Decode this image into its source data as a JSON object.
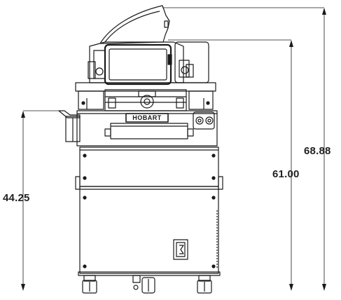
{
  "brand": {
    "logo_text": "HOBART"
  },
  "dimensions": {
    "table_height": "44.25",
    "machine_height": "61.00",
    "max_height_lid_open": "68.88"
  },
  "colors": {
    "line": "#1a1a1a",
    "background": "#ffffff"
  }
}
